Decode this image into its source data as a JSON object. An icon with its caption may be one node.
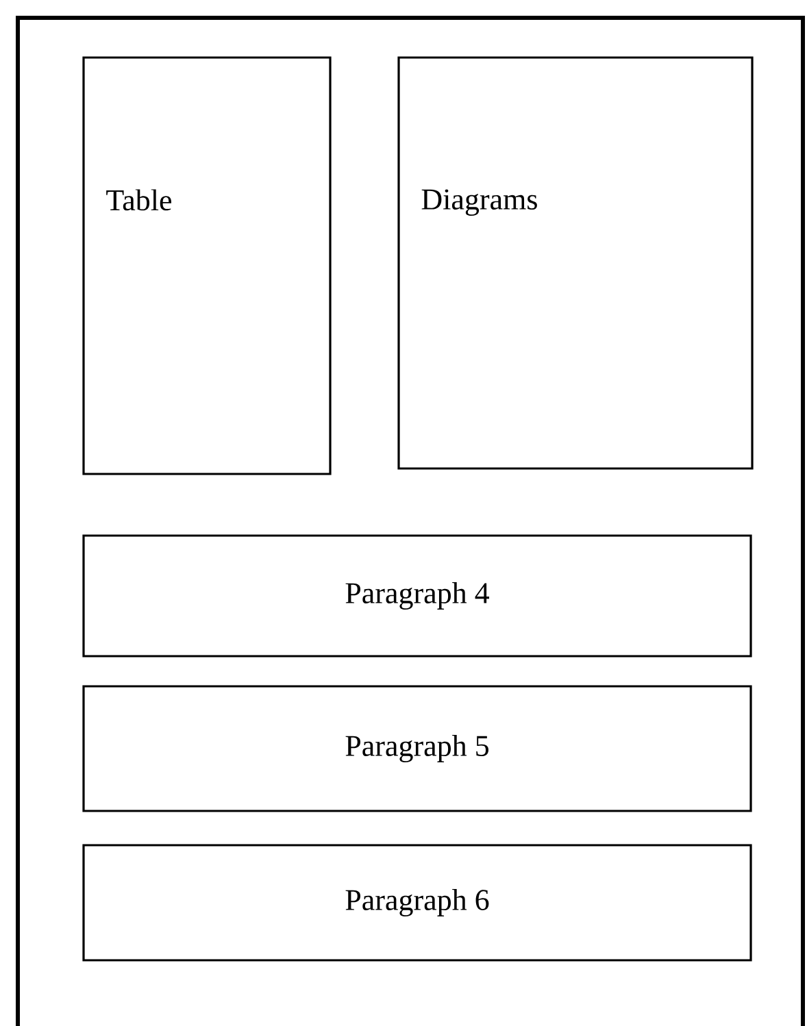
{
  "diagram": {
    "nodes": [
      {
        "text": [],
        "shape": "box"
      },
      {
        "text": [
          "Table"
        ],
        "in": 0
      },
      {
        "text": [
          "Diagrams"
        ],
        "in": 0
      },
      {
        "text": [
          "Paragraph 4"
        ],
        "in": 0
      },
      {
        "text": [
          "Paragraph 5"
        ],
        "in": 0
      },
      {
        "text": [
          "Paragraph 6"
        ],
        "in": 0
      }
    ]
  }
}
